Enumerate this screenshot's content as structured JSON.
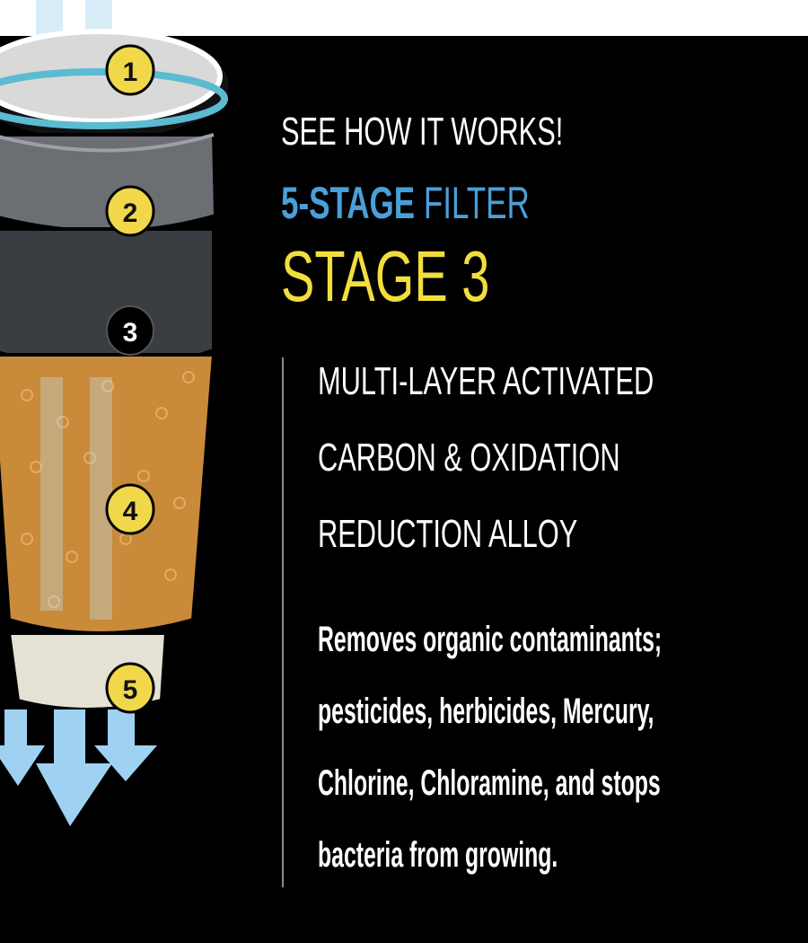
{
  "header": {
    "kicker": "SEE HOW IT WORKS!",
    "subtitle_bold": "5-STAGE",
    "subtitle_rest": " FILTER",
    "stage_title": "STAGE 3"
  },
  "stage": {
    "name_lines": [
      "MULTI-LAYER ACTIVATED",
      "CARBON & OXIDATION",
      "REDUCTION ALLOY"
    ],
    "description_lines": [
      "Removes organic contaminants;",
      "pesticides, herbicides, Mercury,",
      "Chlorine, Chloramine, and stops",
      "bacteria from growing."
    ]
  },
  "filter_stages": [
    {
      "number": "1",
      "active": false
    },
    {
      "number": "2",
      "active": false
    },
    {
      "number": "3",
      "active": true
    },
    {
      "number": "4",
      "active": false
    },
    {
      "number": "5",
      "active": false
    }
  ],
  "colors": {
    "blue": "#4a9fd8",
    "yellow": "#f1de3c",
    "badge": "#f0d84a",
    "carbon": "#c98a3a",
    "water": "#a8d6f2"
  }
}
